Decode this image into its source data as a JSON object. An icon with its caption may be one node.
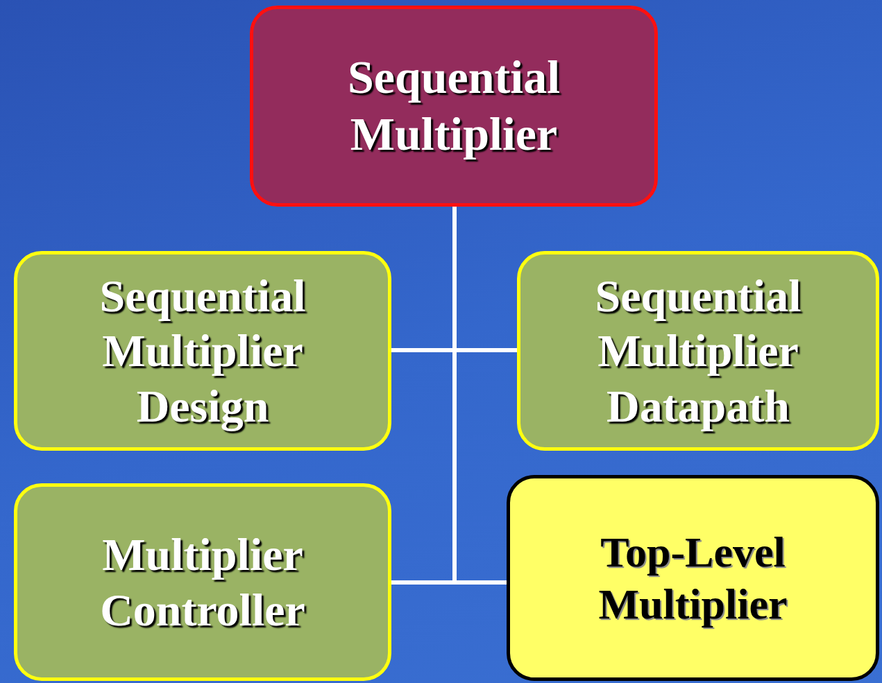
{
  "diagram": {
    "nodes": [
      {
        "text": [
          "Sequential Multiplier"
        ]
      },
      {
        "text": [
          "Sequential Multiplier Design"
        ]
      },
      {
        "text": [
          "Sequential Multiplier Datapath"
        ]
      },
      {
        "text": [
          "Multiplier Controller"
        ]
      },
      {
        "text": [
          "Top-Level Multiplier"
        ]
      }
    ],
    "edges": [
      {
        "from": 0,
        "to": 1,
        "arrow": "none"
      },
      {
        "from": 0,
        "to": 2,
        "arrow": "none"
      },
      {
        "from": 0,
        "to": 3,
        "arrow": "none"
      },
      {
        "from": 0,
        "to": 4,
        "arrow": "none"
      }
    ]
  }
}
